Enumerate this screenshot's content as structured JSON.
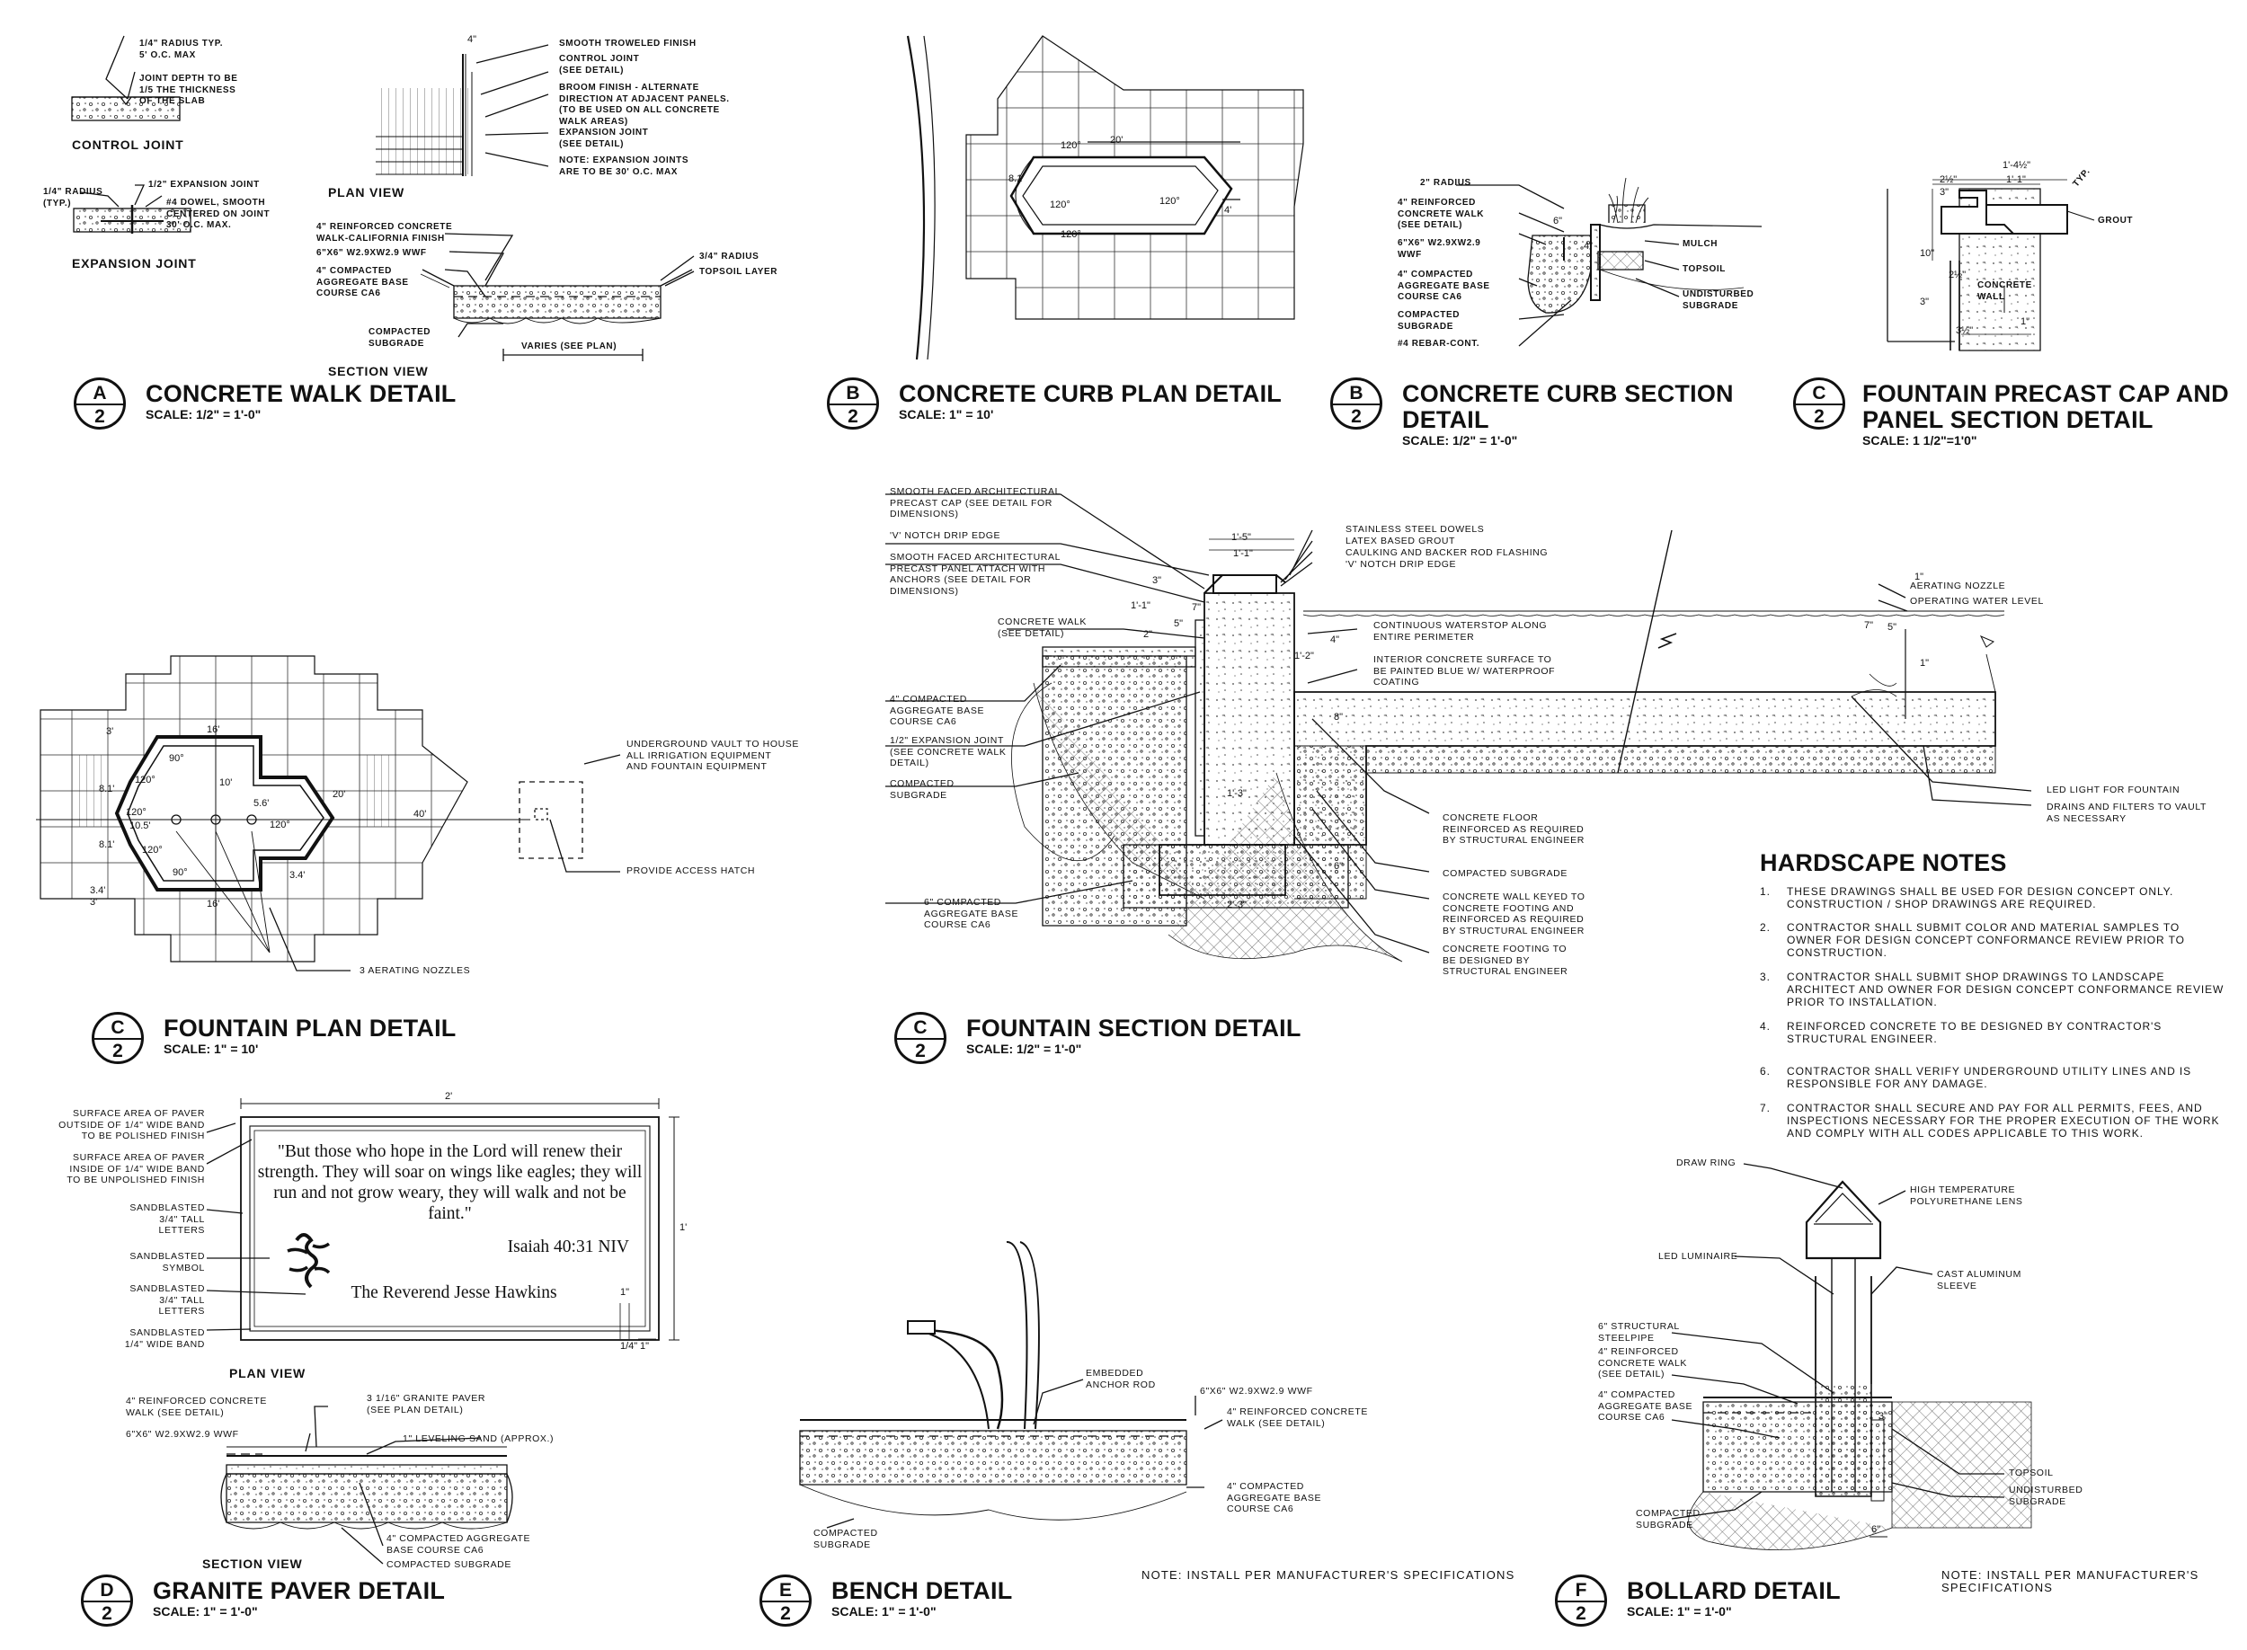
{
  "details": {
    "a": {
      "title": "CONCRETE WALK DETAIL",
      "scale": "SCALE:  1/2\" = 1'-0\"",
      "letter": "A",
      "sheet": "2"
    },
    "b_plan": {
      "title": "CONCRETE CURB PLAN DETAIL",
      "scale": "SCALE:  1\" = 10'",
      "letter": "B",
      "sheet": "2"
    },
    "b_sec": {
      "title": "CONCRETE CURB SECTION\nDETAIL",
      "scale": "SCALE:  1/2\" = 1'-0\"",
      "letter": "B",
      "sheet": "2"
    },
    "c_cap": {
      "title": "FOUNTAIN PRECAST CAP AND\nPANEL SECTION DETAIL",
      "scale": "SCALE: 1 1/2\"=1'0\"",
      "letter": "C",
      "sheet": "2"
    },
    "c_plan": {
      "title": "FOUNTAIN PLAN DETAIL",
      "scale": "SCALE:  1\" = 10'",
      "letter": "C",
      "sheet": "2"
    },
    "c_sec": {
      "title": "FOUNTAIN SECTION DETAIL",
      "scale": "SCALE:  1/2\" = 1'-0\"",
      "letter": "C",
      "sheet": "2"
    },
    "d": {
      "title": "GRANITE PAVER DETAIL",
      "scale": "SCALE:  1\" = 1'-0\"",
      "letter": "D",
      "sheet": "2"
    },
    "e": {
      "title": "BENCH DETAIL",
      "scale": "SCALE:  1\" = 1'-0\"",
      "letter": "E",
      "sheet": "2"
    },
    "f": {
      "title": "BOLLARD DETAIL",
      "scale": "SCALE:  1\" = 1'-0\"",
      "letter": "F",
      "sheet": "2"
    }
  },
  "a_labels": {
    "control_joint": "CONTROL JOINT",
    "expansion_joint": "EXPANSION JOINT",
    "plan_view": "PLAN VIEW",
    "section_view": "SECTION VIEW",
    "radius_typ": "1/4\" RADIUS TYP.\n5' O.C. MAX",
    "joint_depth": "JOINT DEPTH TO BE\n1/5 THE THICKNESS\nOF THE SLAB",
    "radius_typ2": "1/4\" RADIUS\n(TYP.)",
    "exp_joint": "1/2\" EXPANSION JOINT",
    "dowel": "#4 DOWEL, SMOOTH\nCENTERED ON JOINT\n30' O.C. MAX.",
    "smooth": "SMOOTH TROWELED FINISH",
    "control": "CONTROL JOINT\n(SEE DETAIL)",
    "broom": "BROOM FINISH - ALTERNATE\nDIRECTION AT ADJACENT PANELS.\n(TO BE USED ON ALL CONCRETE\nWALK AREAS)",
    "expansion": "EXPANSION JOINT\n(SEE DETAIL)",
    "note_exp": "NOTE: EXPANSION JOINTS\nARE TO BE 30' O.C. MAX",
    "walk": "4\" REINFORCED CONCRETE\nWALK-CALIFORNIA FINISH",
    "wwf": "6\"X6\" W2.9XW2.9 WWF",
    "aggregate": "4\" COMPACTED\nAGGREGATE BASE\nCOURSE CA6",
    "subgrade": "COMPACTED\nSUBGRADE",
    "radius34": "3/4\" RADIUS",
    "topsoil": "TOPSOIL LAYER",
    "varies": "VARIES (SEE PLAN)",
    "dim4": "4\""
  },
  "b_plan_dims": {
    "d20": "20'",
    "d120a": "120°",
    "d120b": "120°",
    "d120c": "120°",
    "d120d": "120°",
    "d81": "8.1'",
    "d4": "4'"
  },
  "b_sec_labels": {
    "radius": "2\" RADIUS",
    "walk": "4\" REINFORCED\nCONCRETE WALK\n(SEE DETAIL)",
    "wwf": "6\"X6\" W2.9XW2.9\nWWF",
    "agg": "4\" COMPACTED\nAGGREGATE BASE\nCOURSE CA6",
    "sub": "COMPACTED\nSUBGRADE",
    "rebar": "#4 REBAR-CONT.",
    "mulch": "MULCH",
    "topsoil": "TOPSOIL",
    "undisturbed": "UNDISTURBED\nSUBGRADE",
    "d6": "6\"",
    "d4": "4\""
  },
  "c_cap_labels": {
    "grout": "GROUT",
    "wall": "CONCRETE\nWALL",
    "typ": "TYP.",
    "d1": "1'-4½\"",
    "d2": "1'-1\"",
    "d3": "2½\"",
    "d4": "3\"",
    "d5": "10\"",
    "d6": "2½\"",
    "d7": "3\"",
    "d8": "3½\"",
    "d9": "1\""
  },
  "c_plan_labels": {
    "vault": "UNDERGROUND VAULT TO HOUSE\nALL IRRIGATION EQUIPMENT\nAND FOUNTAIN EQUIPMENT",
    "hatch": "PROVIDE ACCESS HATCH",
    "nozzles": "3 AERATING NOZZLES",
    "d16a": "16'",
    "d16b": "16'",
    "d10": "10'",
    "d20": "20'",
    "d40": "40'",
    "d56": "5.6'",
    "d81a": "8.1'",
    "d81b": "8.1'",
    "d105": "10.5'",
    "d34a": "3.4'",
    "d34b": "3.4'",
    "d3a": "3'",
    "d3b": "3'",
    "a90a": "90°",
    "a90b": "90°",
    "a120a": "120°",
    "a120b": "120°",
    "a120c": "120°",
    "a120d": "120°"
  },
  "c_sec_labels": {
    "cap": "SMOOTH FACED ARCHITECTURAL\nPRECAST CAP (SEE DETAIL FOR\nDIMENSIONS)",
    "vnotch": "'V' NOTCH DRIP EDGE",
    "panel": "SMOOTH FACED ARCHITECTURAL\nPRECAST PANEL ATTACH WITH\nANCHORS (SEE DETAIL FOR\nDIMENSIONS)",
    "walk": "CONCRETE WALK\n(SEE DETAIL)",
    "agg": "4\" COMPACTED\nAGGREGATE BASE\nCOURSE CA6",
    "expj": "1/2\" EXPANSION JOINT\n(SEE CONCRETE WALK\nDETAIL)",
    "sub": "COMPACTED\nSUBGRADE",
    "agg6": "6\" COMPACTED\nAGGREGATE BASE\nCOURSE CA6",
    "dowels": "STAINLESS STEEL DOWELS",
    "latex": "LATEX BASED GROUT",
    "caulk": "CAULKING AND BACKER ROD FLASHING",
    "vnotch2": "'V' NOTCH DRIP EDGE",
    "waterstop": "CONTINUOUS WATERSTOP ALONG\nENTIRE PERIMETER",
    "interior": "INTERIOR CONCRETE SURFACE TO\nBE PAINTED BLUE W/ WATERPROOF\nCOATING",
    "floor": "CONCRETE FLOOR\nREINFORCED AS REQUIRED\nBY STRUCTURAL ENGINEER",
    "sub2": "COMPACTED SUBGRADE",
    "keyed": "CONCRETE WALL KEYED TO\nCONCRETE FOOTING AND\nREINFORCED AS REQUIRED\nBY STRUCTURAL ENGINEER",
    "footing": "CONCRETE FOOTING TO\nBE DESIGNED BY\nSTRUCTURAL ENGINEER",
    "nozzle": "AERATING NOZZLE",
    "level": "OPERATING WATER LEVEL",
    "led": "LED LIGHT FOR FOUNTAIN",
    "drains": "DRAINS AND FILTERS TO VAULT\nAS NECESSARY",
    "d15": "1'-5\"",
    "d11": "1'-1\"",
    "d11b": "1'-1\"",
    "d3": "3\"",
    "d5": "5\"",
    "d7": "7\"",
    "d2": "2\"",
    "d12": "1'-2\"",
    "d4": "4\"",
    "d8": "8\"",
    "d13": "1'-3\"",
    "d23": "2'-3\"",
    "d6": "6\"",
    "d1a": "1\"",
    "d7b": "7\"",
    "d5b": "5\"",
    "d1b": "1\""
  },
  "notes": {
    "heading": "HARDSCAPE NOTES",
    "items": [
      {
        "num": "1.",
        "text": "THESE DRAWINGS SHALL BE USED FOR DESIGN CONCEPT ONLY. CONSTRUCTION / SHOP DRAWINGS ARE REQUIRED."
      },
      {
        "num": "2.",
        "text": "CONTRACTOR SHALL SUBMIT COLOR AND MATERIAL SAMPLES TO OWNER FOR DESIGN CONCEPT CONFORMANCE REVIEW PRIOR TO CONSTRUCTION."
      },
      {
        "num": "3.",
        "text": "CONTRACTOR SHALL SUBMIT SHOP DRAWINGS TO LANDSCAPE ARCHITECT AND OWNER FOR DESIGN CONCEPT CONFORMANCE REVIEW PRIOR TO INSTALLATION."
      },
      {
        "num": "4.",
        "text": "REINFORCED CONCRETE TO BE DESIGNED BY CONTRACTOR'S STRUCTURAL ENGINEER."
      },
      {
        "num": "6.",
        "text": "CONTRACTOR SHALL VERIFY UNDERGROUND UTILITY LINES AND IS RESPONSIBLE FOR ANY DAMAGE."
      },
      {
        "num": "7.",
        "text": "CONTRACTOR SHALL SECURE AND PAY FOR ALL PERMITS, FEES, AND INSPECTIONS NECESSARY FOR THE PROPER EXECUTION OF THE WORK AND COMPLY WITH ALL CODES APPLICABLE TO THIS WORK."
      }
    ]
  },
  "d_labels": {
    "polished": "SURFACE AREA OF PAVER\nOUTSIDE OF 1/4\" WIDE BAND\nTO BE POLISHED FINISH",
    "unpolished": "SURFACE AREA OF PAVER\nINSIDE OF 1/4\" WIDE BAND\nTO BE UNPOLISHED FINISH",
    "letters1": "SANDBLASTED\n3/4\" TALL\nLETTERS",
    "symbol": "SANDBLASTED\nSYMBOL",
    "letters2": "SANDBLASTED\n3/4\" TALL\nLETTERS",
    "band": "SANDBLASTED\n1/4\" WIDE BAND",
    "plan_view": "PLAN VIEW",
    "section_view": "SECTION VIEW",
    "walk": "4\" REINFORCED CONCRETE\nWALK (SEE DETAIL)",
    "wwf": "6\"X6\" W2.9XW2.9 WWF",
    "granite": "3 1/16\" GRANITE PAVER\n(SEE PLAN DETAIL)",
    "sand": "1\" LEVELING SAND (APPROX.)",
    "agg": "4\" COMPACTED AGGREGATE\nBASE COURSE CA6",
    "sub": "COMPACTED SUBGRADE",
    "quote": "\"But those who hope in the Lord will renew\ntheir strength. They will soar on wings like\neagles; they will run and not grow weary, they\nwill walk and not be faint.\"",
    "citation": "Isaiah 40:31 NIV",
    "dedication": "The Reverend Jesse Hawkins",
    "d2": "2'",
    "d1": "1'",
    "d1a": "1\"",
    "d1b": "1\"",
    "d14": "1/4\""
  },
  "e_labels": {
    "anchor": "EMBEDDED\nANCHOR ROD",
    "wwf": "6\"X6\" W2.9XW2.9 WWF",
    "walk": "4\" REINFORCED CONCRETE\nWALK (SEE DETAIL)",
    "agg": "4\" COMPACTED\nAGGREGATE BASE\nCOURSE CA6",
    "sub": "COMPACTED\nSUBGRADE",
    "note": "NOTE:\nINSTALL PER MANUFACTURER'S\nSPECIFICATIONS"
  },
  "f_labels": {
    "draw": "DRAW RING",
    "lens": "HIGH TEMPERATURE\nPOLYURETHANE LENS",
    "led": "LED LUMINAIRE",
    "sleeve": "CAST ALUMINUM\nSLEEVE",
    "pipe": "6\" STRUCTURAL\nSTEELPIPE",
    "walk": "4\" REINFORCED\nCONCRETE WALK\n(SEE DETAIL)",
    "agg": "4\" COMPACTED\nAGGREGATE BASE\nCOURSE CA6",
    "sub": "COMPACTED\nSUBGRADE",
    "topsoil": "TOPSOIL",
    "undisturbed": "UNDISTURBED\nSUBGRADE",
    "note": "NOTE:\nINSTALL PER MANUFACTURER'S\nSPECIFICATIONS",
    "d3": "3\"",
    "d6": "6\""
  }
}
